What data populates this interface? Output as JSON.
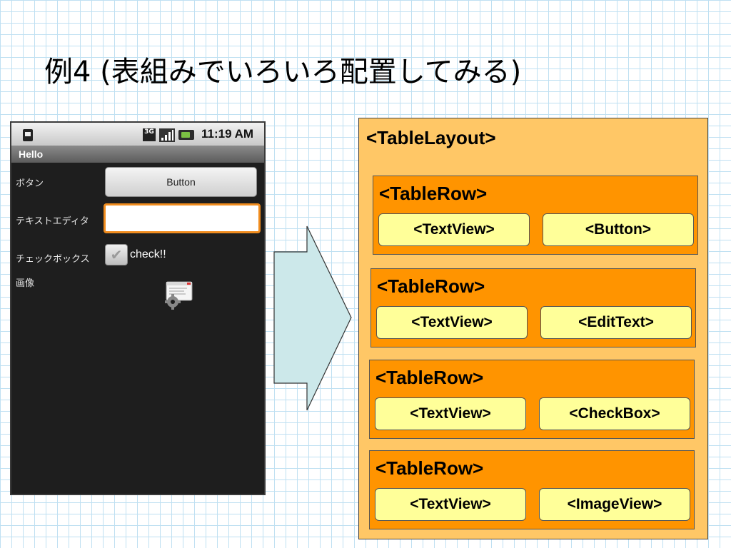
{
  "slide": {
    "title": "例4 (表組みでいろいろ配置してみる)"
  },
  "phone": {
    "status": {
      "network": "3G",
      "time": "11:19 AM"
    },
    "app_title": "Hello",
    "rows": [
      {
        "label": "ボタン",
        "widget_text": "Button"
      },
      {
        "label": "テキストエディタ",
        "widget_text": ""
      },
      {
        "label": "チェックボックス",
        "widget_text": "check!!",
        "checked": true
      },
      {
        "label": "画像",
        "widget_icon": "settings-image-icon"
      }
    ]
  },
  "arrow": {
    "icon": "right-arrow-icon",
    "color": "#cce8ea"
  },
  "diagram": {
    "layout_label": "<TableLayout>",
    "rows": [
      {
        "label": "<TableRow>",
        "left": "<TextView>",
        "right": "<Button>"
      },
      {
        "label": "<TableRow>",
        "left": "<TextView>",
        "right": "<EditText>"
      },
      {
        "label": "<TableRow>",
        "left": "<TextView>",
        "right": "<CheckBox>"
      },
      {
        "label": "<TableRow>",
        "left": "<TextView>",
        "right": "<ImageView>"
      }
    ],
    "colors": {
      "layout": "#ffc766",
      "row": "#ff9400",
      "widget": "#ffff99"
    }
  }
}
